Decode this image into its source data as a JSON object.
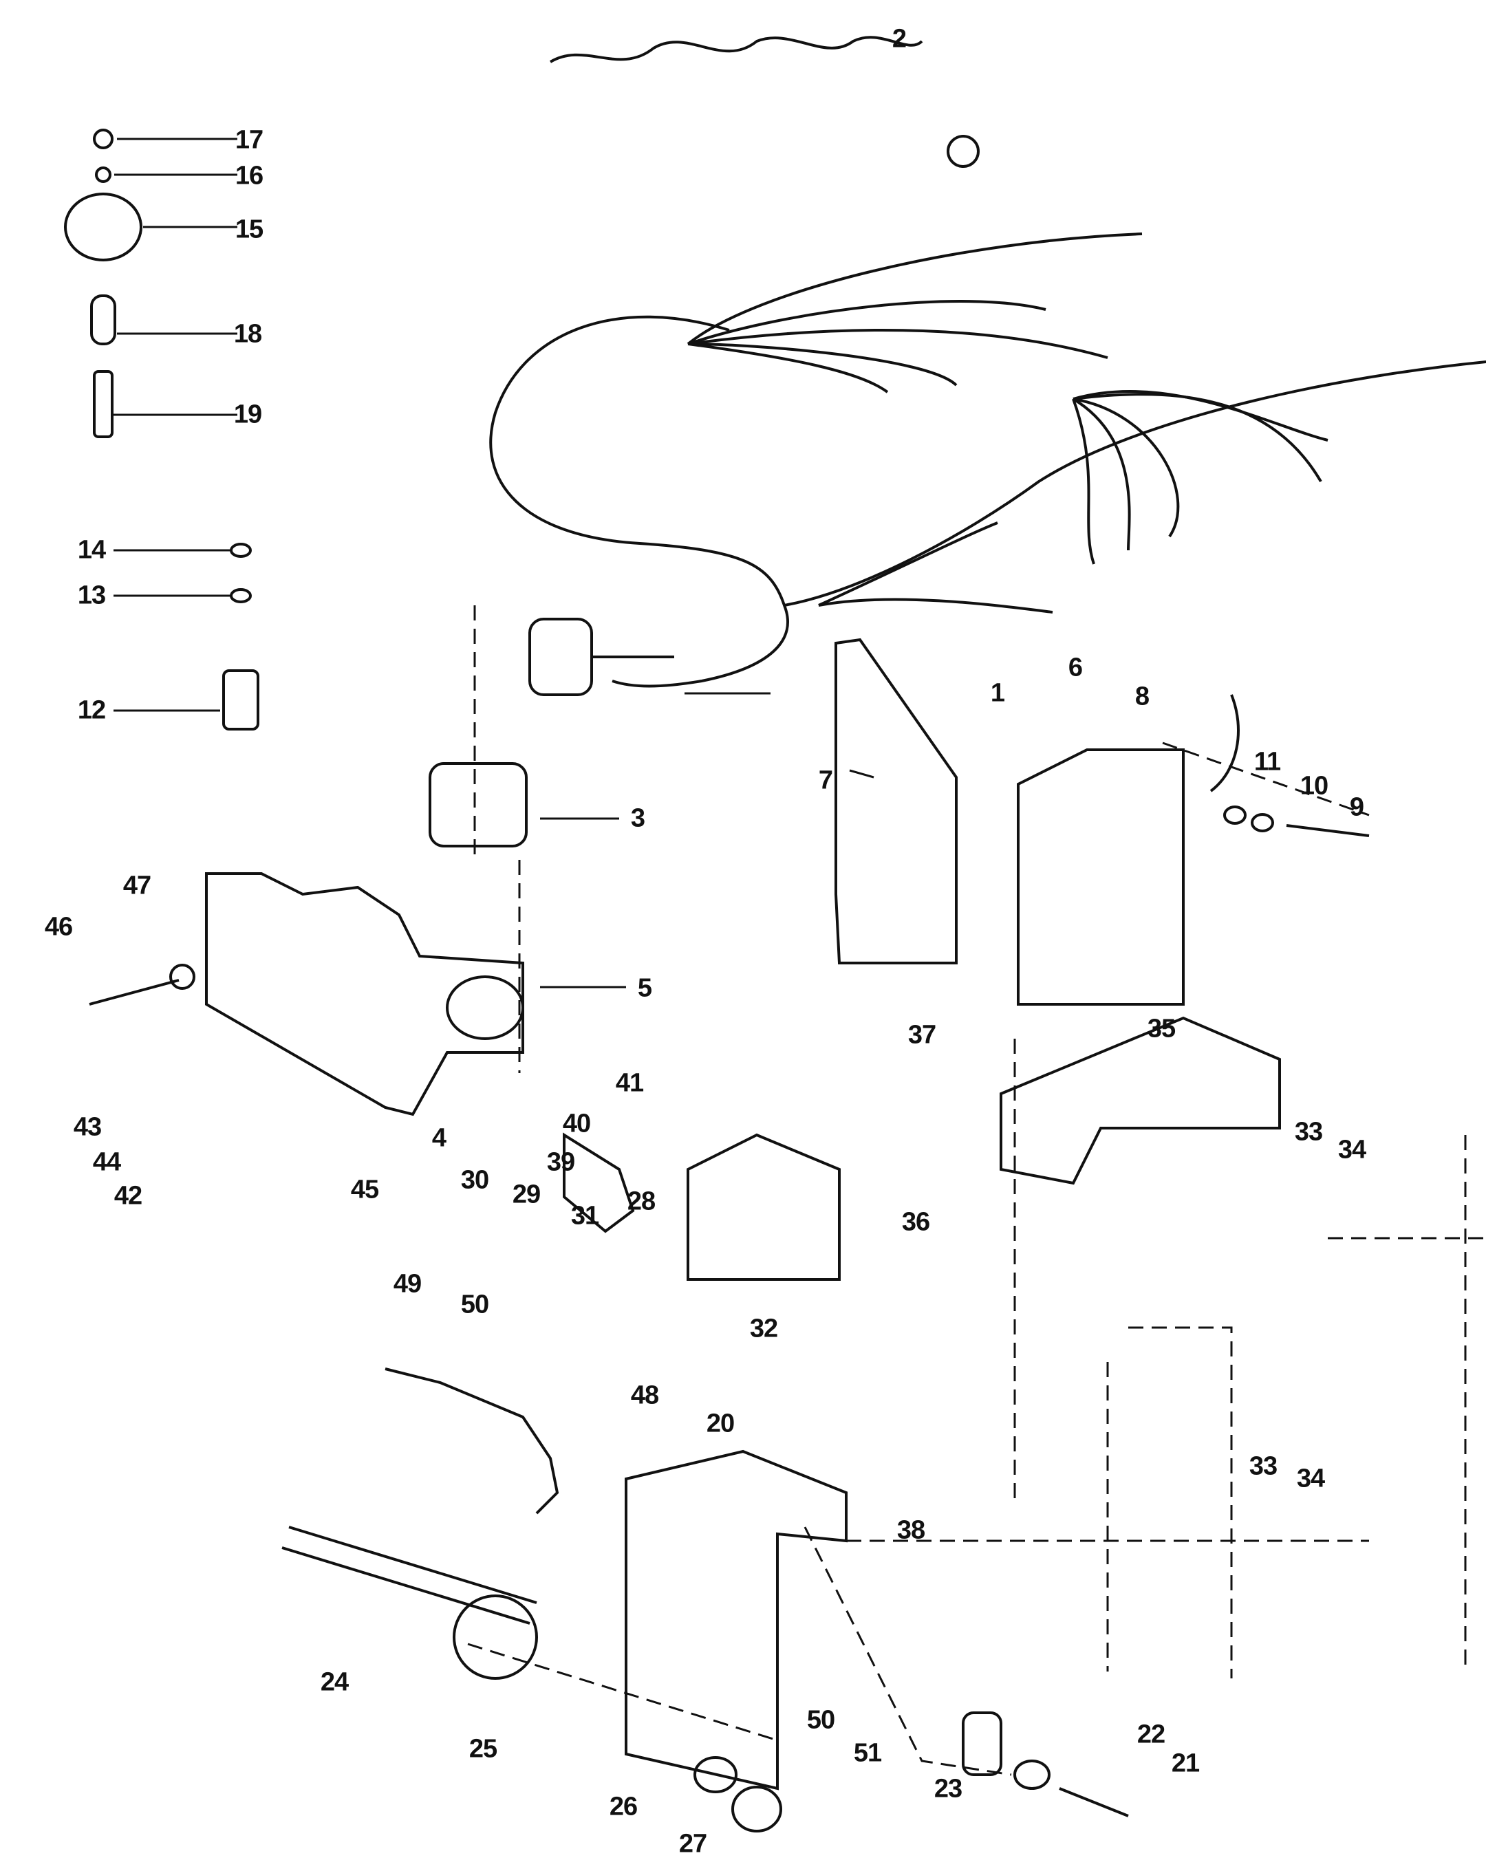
{
  "diagram": {
    "title": "Wiring harness and electrical components exploded parts view",
    "callouts": [
      "1",
      "2",
      "3",
      "4",
      "5",
      "6",
      "7",
      "8",
      "9",
      "10",
      "11",
      "12",
      "13",
      "14",
      "15",
      "16",
      "17",
      "18",
      "19",
      "20",
      "21",
      "22",
      "23",
      "24",
      "25",
      "26",
      "27",
      "28",
      "29",
      "30",
      "31",
      "32",
      "33",
      "33",
      "34",
      "34",
      "35",
      "36",
      "37",
      "38",
      "39",
      "40",
      "41",
      "42",
      "43",
      "44",
      "45",
      "46",
      "47",
      "48",
      "49",
      "50",
      "50",
      "51"
    ]
  }
}
